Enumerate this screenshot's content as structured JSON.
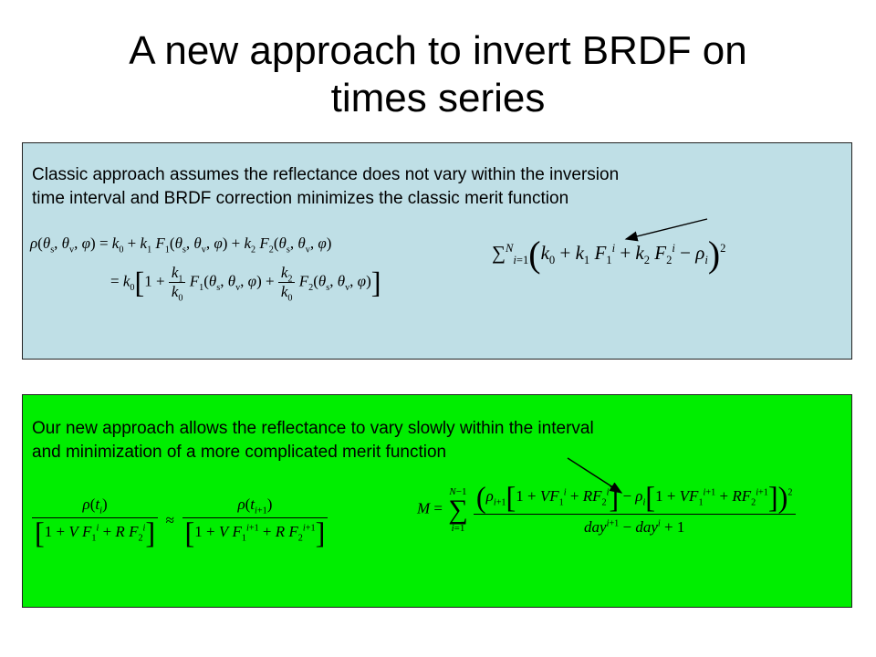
{
  "slide": {
    "title_line1": "A new approach to invert BRDF on",
    "title_line2": "times series"
  },
  "classic_box": {
    "text_line1": "Classic approach assumes the reflectance does not vary within the inversion",
    "text_line2": "time interval and BRDF correction minimizes the classic merit function",
    "background": "#bfdfe6"
  },
  "new_box": {
    "text_line1": "Our new approach allows the reflectance to vary slowly within the interval",
    "text_line2": "and minimization of a more complicated merit function",
    "background": "#00ee00"
  }
}
